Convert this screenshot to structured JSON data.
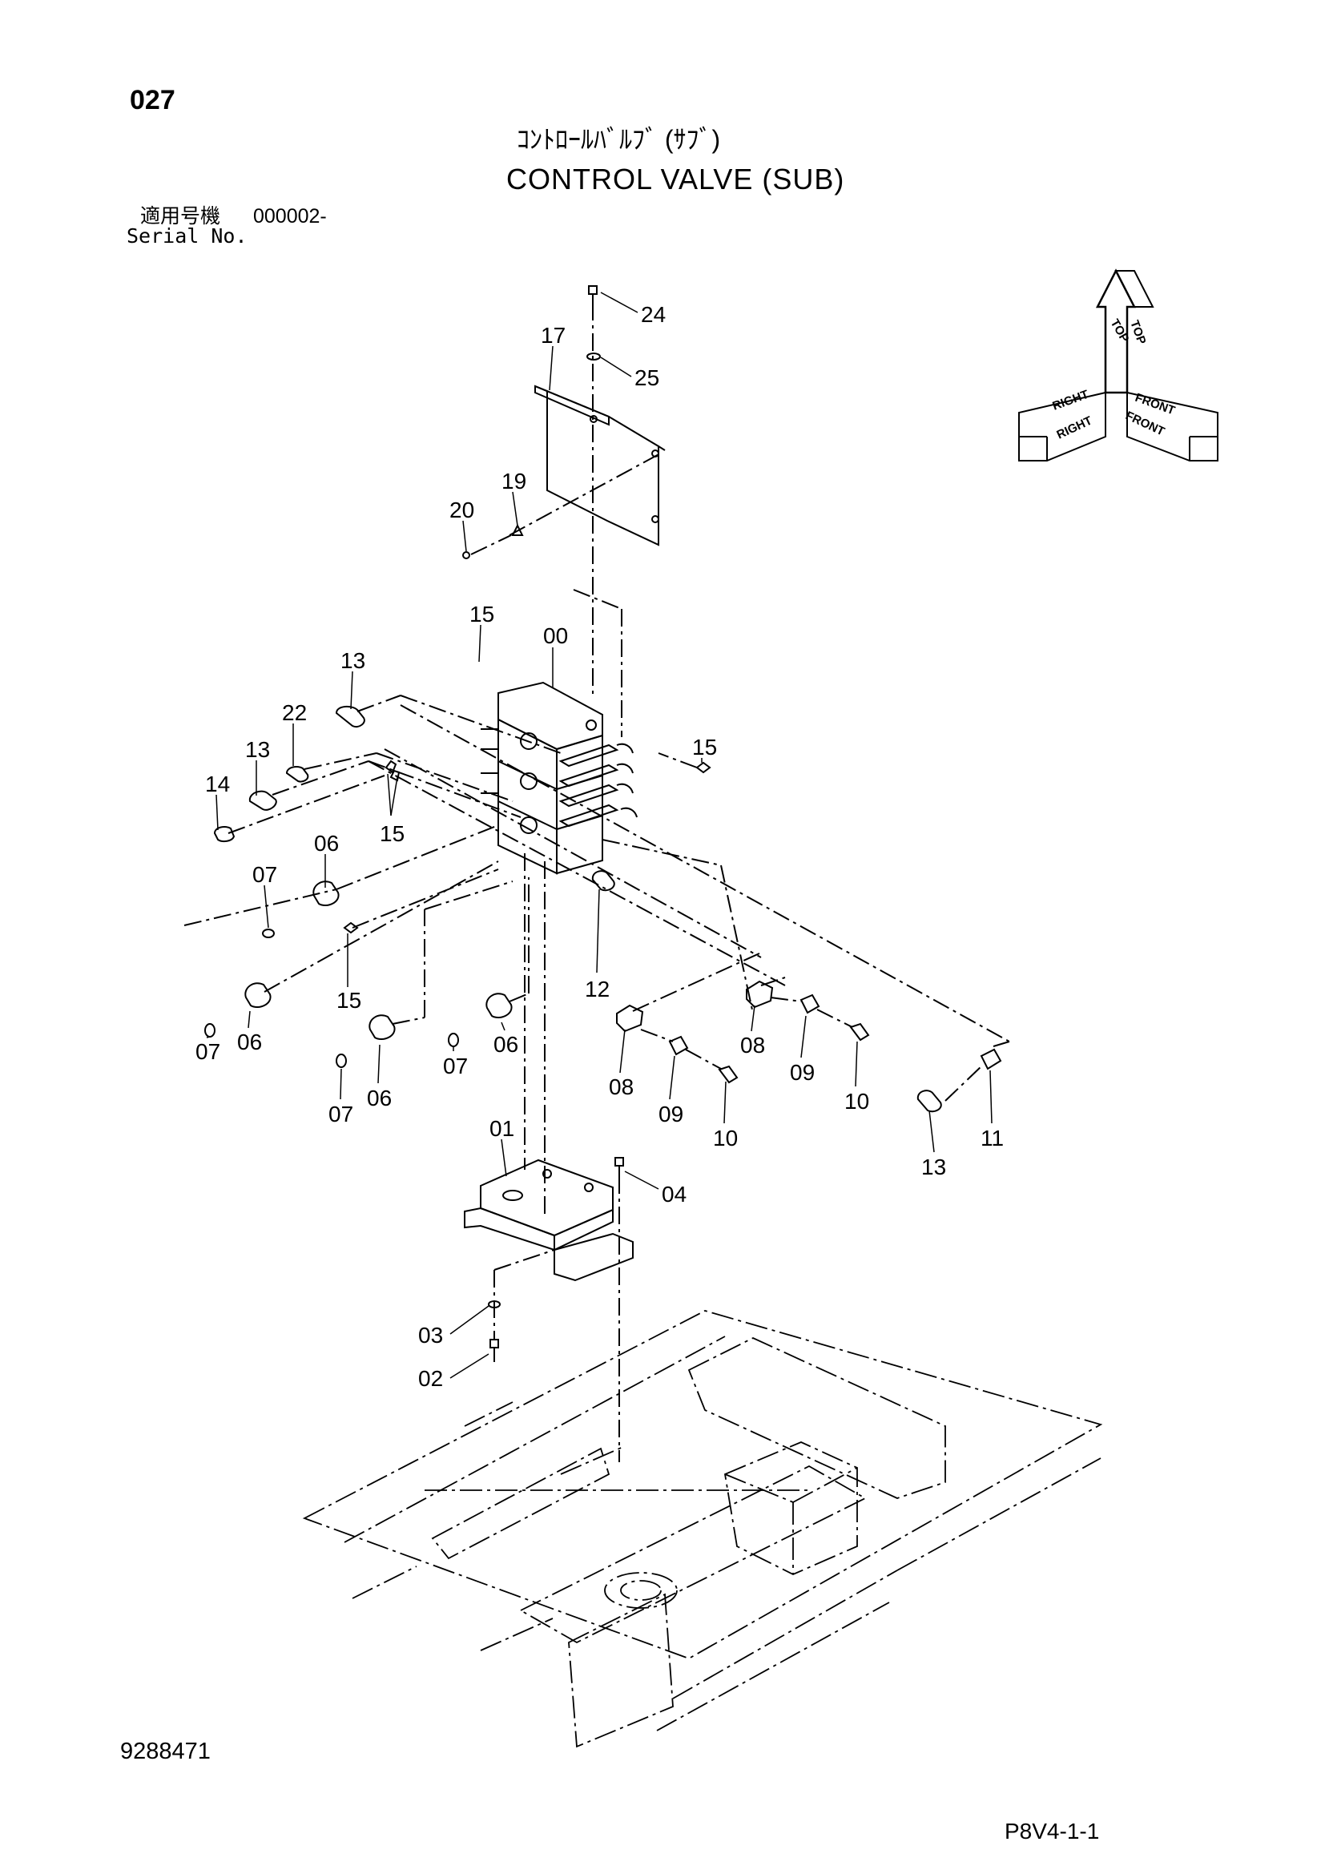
{
  "page_number": "027",
  "title_jp": "ｺﾝﾄﾛｰﾙﾊﾞﾙﾌﾞ (ｻﾌﾞ)",
  "title_en": "CONTROL VALVE (SUB)",
  "serial": {
    "label_jp": "適用号機",
    "value": "000002-",
    "label_en": "Serial No."
  },
  "direction_indicator": {
    "labels": [
      "TOP",
      "TOP",
      "RIGHT",
      "RIGHT",
      "FRONT",
      "FRONT"
    ]
  },
  "callouts": [
    "24",
    "25",
    "17",
    "19",
    "20",
    "15",
    "00",
    "13",
    "22",
    "13",
    "14",
    "15",
    "15",
    "06",
    "07",
    "15",
    "12",
    "07",
    "06",
    "07",
    "06",
    "07",
    "06",
    "08",
    "08",
    "09",
    "09",
    "10",
    "10",
    "13",
    "11",
    "01",
    "04",
    "03",
    "02"
  ],
  "document_number": "9288471",
  "page_code": "P8V4-1-1"
}
